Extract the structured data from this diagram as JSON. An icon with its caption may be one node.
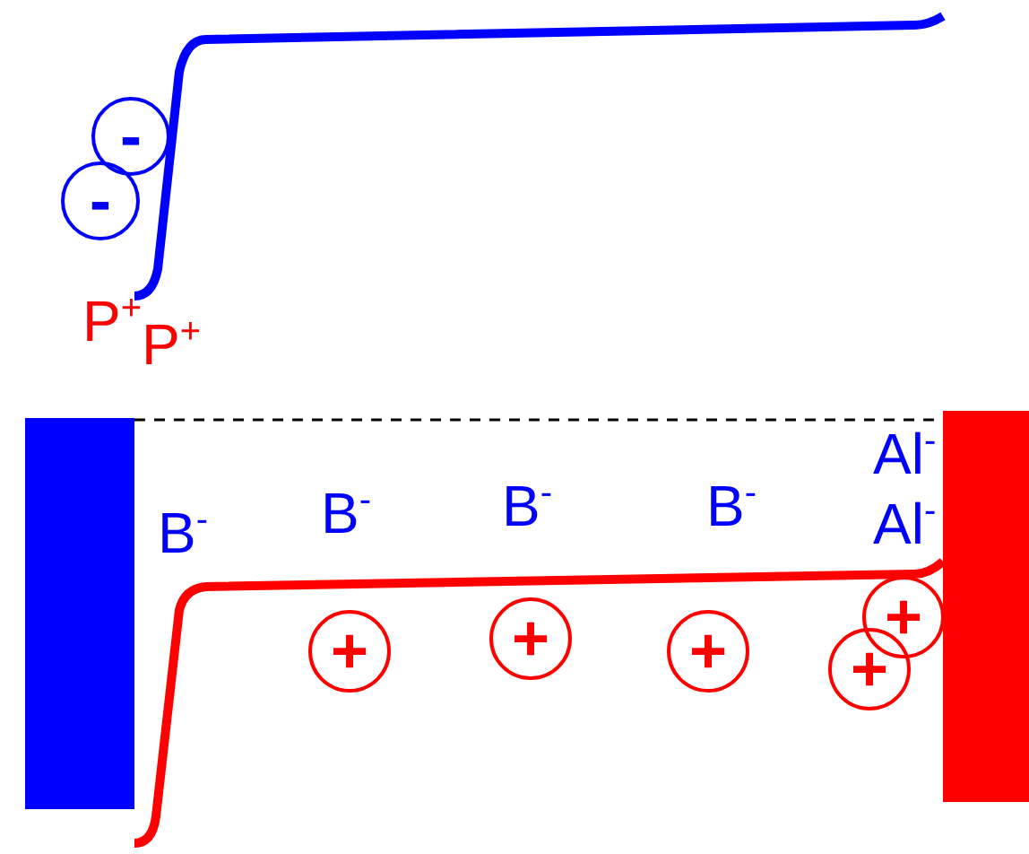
{
  "diagram": {
    "nodes": [
      {
        "text": [
          "-"
        ]
      },
      {
        "text": [
          "-"
        ]
      },
      {
        "text": [],
        "shape": "bar"
      },
      {
        "text": [
          "+"
        ]
      },
      {
        "text": [
          "+"
        ]
      },
      {
        "text": [
          "+"
        ]
      },
      {
        "text": [
          "+"
        ]
      },
      {
        "text": [
          "+"
        ]
      },
      {
        "text": [],
        "shape": "bar"
      }
    ],
    "edges": [
      {
        "from": 2,
        "to": 8,
        "arrow": "none",
        "style": "dashed"
      }
    ],
    "labels": [
      "P$^{+}$",
      "P$^{+}$",
      "Al$^{-}$",
      "B$^{-}$",
      "B$^{-}$",
      "B$^{-}$",
      "B$^{-}$",
      "Al$^{-}$"
    ]
  }
}
